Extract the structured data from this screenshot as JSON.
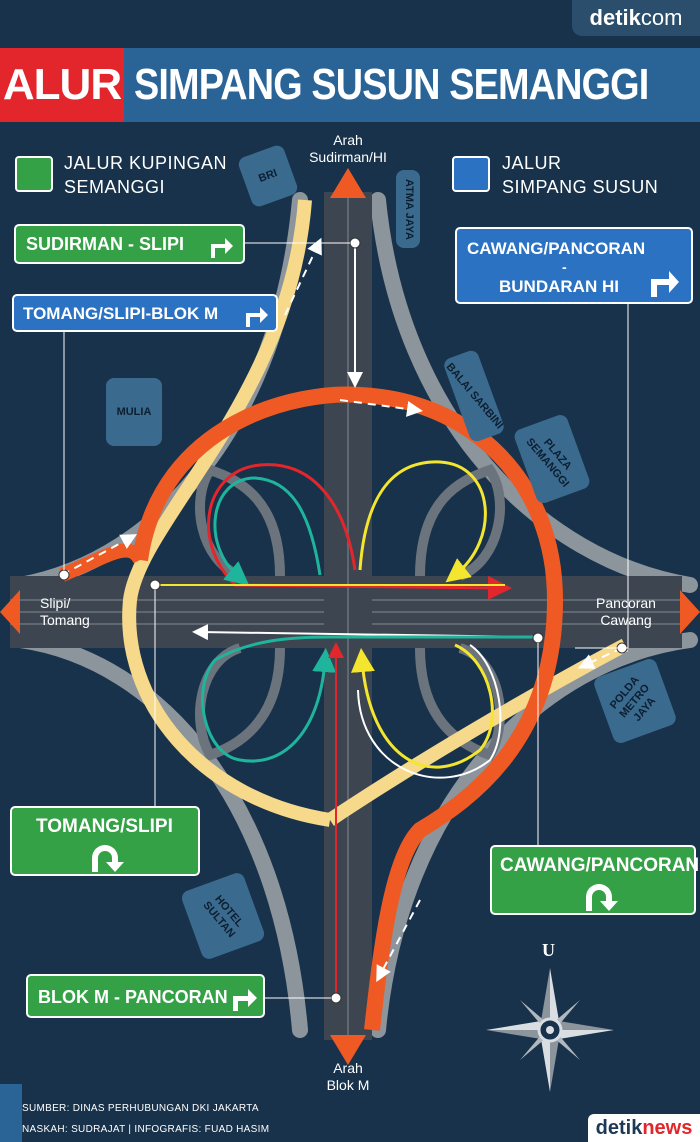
{
  "header": {
    "brand_top_a": "detik",
    "brand_top_b": "com",
    "title_red": "ALUR",
    "title_main": "SIMPANG SUSUN SEMANGGI"
  },
  "legend": {
    "green_line1": "JALUR KUPINGAN",
    "green_line2": "SEMANGGI",
    "blue_line1": "JALUR",
    "blue_line2": "SIMPANG SUSUN",
    "green_color": "#34a146",
    "blue_color": "#2b72c2"
  },
  "signs": {
    "sudirman_slipi": "SUDIRMAN - SLIPI",
    "tomang_slipi_blokm": "TOMANG/SLIPI-BLOK M",
    "cawang_pancoran_line1": "CAWANG/PANCORAN",
    "cawang_pancoran_line2": "-",
    "cawang_pancoran_line3": "BUNDARAN HI",
    "tomang_slipi": "TOMANG/SLIPI",
    "cawang_pancoran": "CAWANG/PANCORAN",
    "blokm_pancoran": "BLOK M - PANCORAN"
  },
  "directions": {
    "north_line1": "Arah",
    "north_line2": "Sudirman/HI",
    "south_line1": "Arah",
    "south_line2": "Blok M",
    "west_line1": "Slipi/",
    "west_line2": "Tomang",
    "east_line1": "Pancoran",
    "east_line2": "Cawang"
  },
  "landmarks": {
    "bri": "BRI",
    "atma_jaya": "ATMA JAYA",
    "mulia": "MULIA",
    "balai_sarbini": "BALAI SARBINI",
    "plaza_semanggi": "PLAZA SEMANGGI",
    "polda_metro_jaya_line1": "POLDA",
    "polda_metro_jaya_line2": "METRO JAYA",
    "hotel_sultan_line1": "HOTEL",
    "hotel_sultan_line2": "SULTAN"
  },
  "compass": {
    "north": "U"
  },
  "footer": {
    "source": "SUMBER: DINAS PERHUBUNGAN DKI JAKARTA",
    "credits": "NASKAH: SUDRAJAT | INFOGRAFIS: FUAD HASIM",
    "brand_a": "detik",
    "brand_b": "news"
  },
  "colors": {
    "background": "#17324a",
    "road": "#3d4650",
    "ramp_gray": "#8c949c",
    "ring_orange": "#ef5a24",
    "ramp_yellow": "#f6d98a",
    "route_yellow": "#f4e62e",
    "route_teal": "#1fb59d",
    "route_red": "#e3262b",
    "route_white": "#ffffff"
  }
}
